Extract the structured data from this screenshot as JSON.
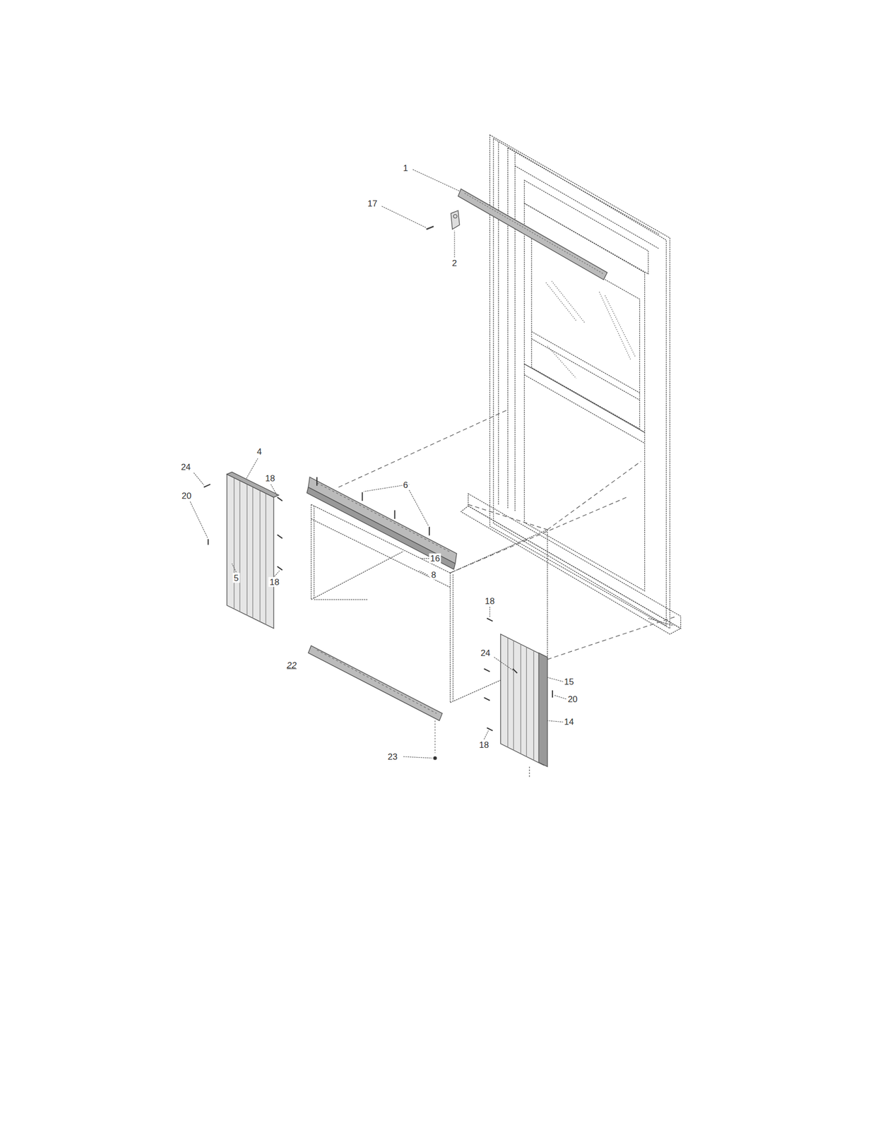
{
  "diagram": {
    "labels": [
      "1",
      "17",
      "2",
      "4",
      "24",
      "18",
      "6",
      "20",
      "16",
      "8",
      "5",
      "18",
      "18",
      "22",
      "24",
      "15",
      "20",
      "14",
      "18",
      "23"
    ]
  }
}
